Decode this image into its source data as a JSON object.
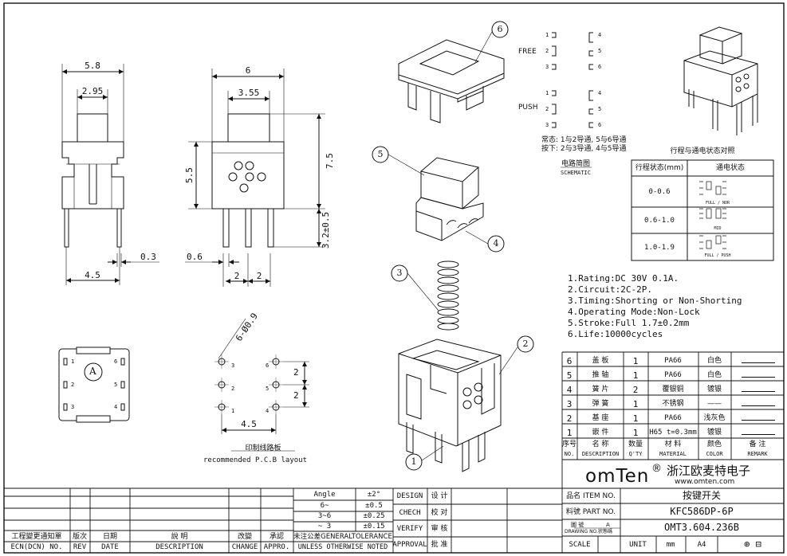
{
  "dims": {
    "front_width": "5.8",
    "front_inner": "2.95",
    "front_pin_pitch": "4.5",
    "front_pin_thk": "0.3",
    "side_width": "6",
    "side_inner": "3.55",
    "side_height": "5.5",
    "side_total": "7.5",
    "side_pin": "3.2±0.5",
    "side_pin_thk": "0.6",
    "side_pitch_a": "2",
    "side_pitch_b": "2",
    "pcb_hole": "6-Ø0.9",
    "pcb_pitch_a": "2",
    "pcb_pitch_b": "2",
    "pcb_pitch_c": "4.5"
  },
  "pins": [
    "1",
    "2",
    "3",
    "4",
    "5",
    "6"
  ],
  "top_view_mark": "A",
  "pcb": {
    "title": "印制线路板",
    "subtitle": "recommended P.C.B layout"
  },
  "balloons": [
    "6",
    "5",
    "4",
    "3",
    "2",
    "1"
  ],
  "schematic": {
    "free_label": "FREE",
    "push_label": "PUSH",
    "note1": "常态: 1与2导通, 5与6导通",
    "note2": "按下: 2与3导通, 4与5导通",
    "title": "电路简图",
    "subtitle": "SCHEMATIC"
  },
  "state_table": {
    "title": "行程与通电状态对照",
    "headers": [
      "行程状态(mm)",
      "通电状态"
    ],
    "rows": [
      "0-0.6",
      "0.6-1.0",
      "1.0-1.9"
    ],
    "sub_labels": [
      "FULL / NOR",
      "MID",
      "FULL / PUSH"
    ]
  },
  "specs": [
    "1.Rating:DC 30V 0.1A.",
    "2.Circuit:2C-2P.",
    "3.Timing:Shorting or Non-Shorting",
    "4.Operating Mode:Non-Lock",
    "5.Stroke:Full 1.7±0.2mm",
    "6.Life:10000cycles"
  ],
  "bom": {
    "rows": [
      [
        "6",
        "盖 板",
        "1",
        "PA66",
        "白色",
        ""
      ],
      [
        "5",
        "推 轴",
        "1",
        "PA66",
        "白色",
        ""
      ],
      [
        "4",
        "簧 片",
        "2",
        "覆银铜",
        "镀银",
        ""
      ],
      [
        "3",
        "弹 簧",
        "1",
        "不锈钢",
        "——",
        ""
      ],
      [
        "2",
        "基 座",
        "1",
        "PA66",
        "浅灰色",
        ""
      ],
      [
        "1",
        "嵌 件",
        "1",
        "H65 t=0.3mm",
        "镀银",
        ""
      ]
    ],
    "header_cn": [
      "序号",
      "名 称",
      "数量",
      "材 料",
      "颜色",
      "备 注"
    ],
    "header_en": [
      "NO.",
      "DESCRIPTION",
      "Q'TY",
      "MATERIAL",
      "COLOR",
      "REMARK"
    ]
  },
  "company": {
    "logo": "omTen",
    "logo_mark": "®",
    "name": "浙江欧麦特电子",
    "url": "www.omten.com"
  },
  "title_block": {
    "item_label": "品名 ITEM NO.",
    "item_value": "按键开关",
    "part_label": "料號 PART NO.",
    "part_value": "KFC586DP-6P",
    "drawing_label_a": "圖 號",
    "drawing_label_b": "DRAWING NO.",
    "drawing_state": "A",
    "drawing_state_label": "状態碼",
    "drawing_value": "OMT3.604.236B",
    "scale": "SCALE",
    "unit": "UNIT",
    "unit_value": "mm",
    "size": "A4",
    "projection": "⊕ ⊟"
  },
  "tolerance": {
    "rows": [
      [
        "Angle",
        "±2°"
      ],
      [
        "6~",
        "±0.5"
      ],
      [
        "3~6",
        "±0.25"
      ],
      [
        "~ 3",
        "±0.15"
      ]
    ],
    "footer_a": "未注公差GENERALTOLERANCE",
    "footer_b": "UNLESS OTHERWISE NOTED"
  },
  "approvals": [
    [
      "DESIGN",
      "设 计"
    ],
    [
      "CHECH",
      "校 对"
    ],
    [
      "VERIFY",
      "审 核"
    ],
    [
      "APPROVAL",
      "批 准"
    ]
  ],
  "revision": {
    "cn": [
      "工程變更通知單",
      "版次",
      "日期",
      "說 明",
      "改變",
      "承認"
    ],
    "en": [
      "ECN(DCN) NO.",
      "REV",
      "DATE",
      "DESCRIPTION",
      "CHANGE",
      "APPRO."
    ]
  }
}
